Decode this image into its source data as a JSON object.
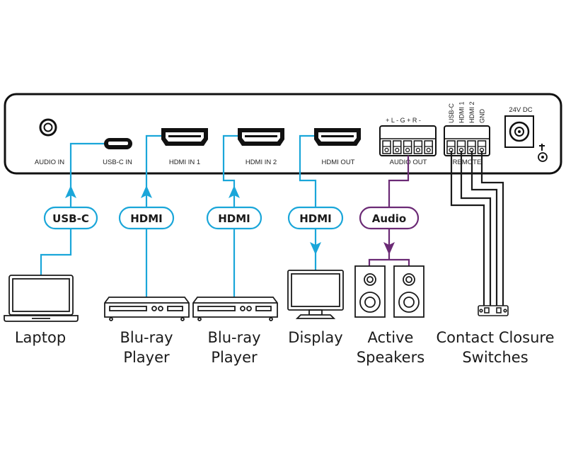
{
  "colors": {
    "hdmi": "#1aa6d9",
    "audio": "#6b2a75",
    "remote": "#1a1a1a",
    "device": "#1a1a1a"
  },
  "panel": {
    "ports": {
      "audio_in": "AUDIO IN",
      "usbc_in": "USB-C IN",
      "hdmi_in1": "HDMI  IN 1",
      "hdmi_in2": "HDMI  IN 2",
      "hdmi_out": "HDMI  OUT",
      "audio_out": "AUDIO OUT",
      "audio_out_pins": "+ L -   G  + R -",
      "remote": "REMOTE",
      "remote_pins": [
        "USB-C",
        "HDMI 1",
        "HDMI 2",
        "GND"
      ],
      "power": "24V DC"
    }
  },
  "connections": [
    {
      "type": "USB-C",
      "device": [
        "Laptop"
      ],
      "direction": "in"
    },
    {
      "type": "HDMI",
      "device": [
        "Blu-ray",
        "Player"
      ],
      "direction": "in"
    },
    {
      "type": "HDMI",
      "device": [
        "Blu-ray",
        "Player"
      ],
      "direction": "in"
    },
    {
      "type": "HDMI",
      "device": [
        "Display"
      ],
      "direction": "out"
    },
    {
      "type": "Audio",
      "device": [
        "Active",
        "Speakers"
      ],
      "direction": "out"
    },
    {
      "type": "",
      "device": [
        "Contact Closure",
        "Switches"
      ],
      "direction": "none"
    }
  ]
}
